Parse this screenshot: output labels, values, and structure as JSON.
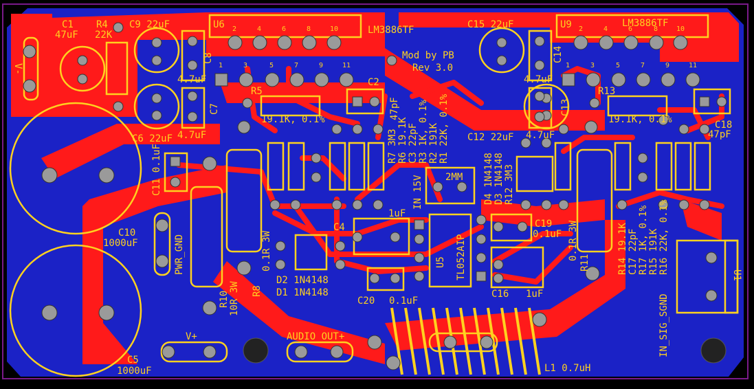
{
  "colors": {
    "background": "#000000",
    "board": "#1b22c6",
    "copper": "#ff1a1a",
    "silk": "#ffd21f",
    "pad": "#9a9a9a",
    "outline": "#7a1a8a"
  },
  "board": {
    "title": "Mod by PB",
    "rev": "Rev 3.0"
  },
  "labels": {
    "c1": "C1",
    "c1v": "47uF",
    "r4": "R4",
    "r4v": "22K",
    "c9": "C9 22uF",
    "c8": "C8",
    "c8v": "4.7uF",
    "u6": "U6",
    "u6pins": [
      "2",
      "4",
      "6",
      "8",
      "10"
    ],
    "u6pinsb": [
      "1",
      "3",
      "5",
      "7",
      "9",
      "11"
    ],
    "u6ic": "LM3886TF",
    "c15": "C15 22uF",
    "u9": "U9",
    "u9ic": "LM3886TF",
    "u9pins": [
      "2",
      "4",
      "6",
      "8",
      "10"
    ],
    "u9pinsb": [
      "1",
      "3",
      "5",
      "7",
      "9",
      "11"
    ],
    "c14": "C14",
    "c14v": "4.7uF",
    "vminus": "V-",
    "r5": "R5",
    "r5v": "19.1K, 0.1%",
    "c2": "C2",
    "c2v": "47pF",
    "r13": "R13",
    "r13v": "19.1K, 0.1%",
    "c18": "C18",
    "c18v": "47pF",
    "c6": "C6 22uF",
    "c7": "C7",
    "c7v": "4.7uF",
    "c12": "C12 22uF",
    "c13": "C13",
    "c13v": "4.7uF",
    "midcol": [
      "R7 3M3",
      "R6 19.1K",
      "C3 22pF",
      "R3 1K, 0.1%",
      "R2 191K",
      "R1 22K, 0.1%"
    ],
    "rightcol": [
      "D4 1N4148",
      "D3 1N4148",
      "R12 3M3"
    ],
    "twomm": "2MM",
    "in15v": "IN 15V",
    "c11": "C11 0.1uF",
    "c10": "C10",
    "c10v": "1000uF",
    "pwrgnd": "PWR_GND",
    "c4": "C4",
    "c4v": "1uF",
    "u5": "U5",
    "u5ic": "TL052AIP",
    "c19": "C19",
    "c19v": "0.1uF",
    "r11": "R11",
    "r11v": "0.1R 3W",
    "r14col": [
      "R14 19.1K",
      "C17 22pF",
      "R17 1K, 0.1%",
      "R15 191K",
      "R16 22K, 0.1%"
    ],
    "insig": "IN_SIG_SGND",
    "u1": "U1",
    "d2": "D2 1N4148",
    "d1": "D1 1N4148",
    "r8": "R8",
    "r8v": "0.1R 3W",
    "r10": "R10",
    "r10v": "10R 3W",
    "c20": "C20",
    "c20v": "0.1uF",
    "c16": "C16",
    "c16v": "1uF",
    "c5": "C5",
    "c5v": "1000uF",
    "vplus": "V+",
    "audioout": "AUDIO OUT+",
    "l1": "L1 0.7uH"
  }
}
